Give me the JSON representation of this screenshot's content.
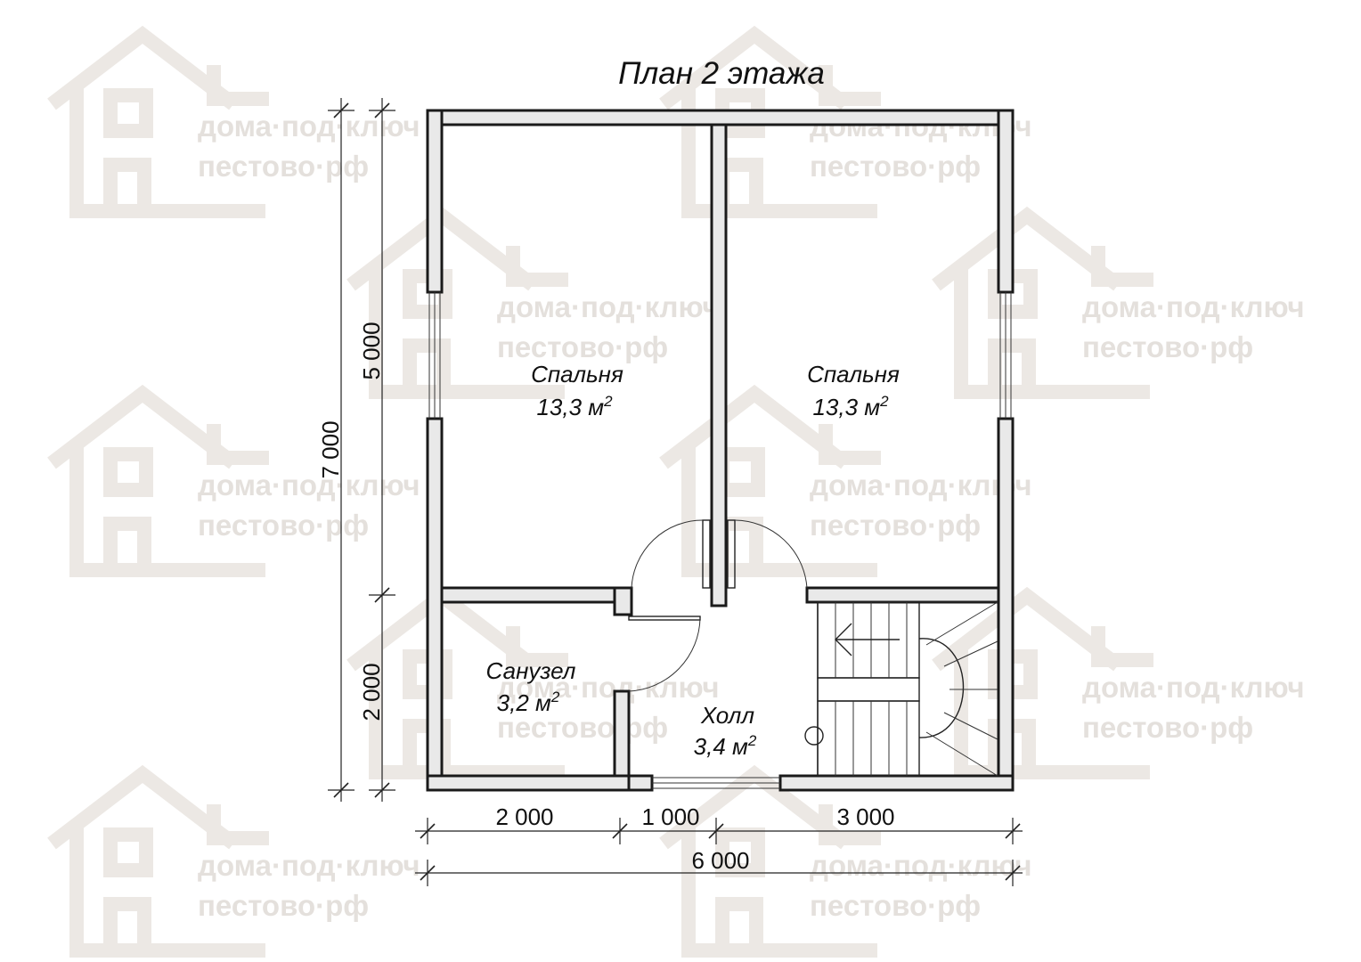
{
  "title": "План 2 этажа",
  "rooms": [
    {
      "name": "Спальня",
      "area_num": "13,3 м",
      "area_sup": "2"
    },
    {
      "name": "Спальня",
      "area_num": "13,3 м",
      "area_sup": "2"
    },
    {
      "name": "Санузел",
      "area_num": "3,2 м",
      "area_sup": "2"
    },
    {
      "name": "Холл",
      "area_num": "3,4 м",
      "area_sup": "2"
    }
  ],
  "dimensions": {
    "bottom_segments": [
      "2 000",
      "1 000",
      "3 000"
    ],
    "bottom_total": "6 000",
    "left_segments": [
      "5 000",
      "2 000"
    ],
    "left_total": "7 000"
  },
  "watermark": {
    "line1": "дома·под·ключ",
    "line2": "пестово·рф"
  },
  "colors": {
    "wall_fill": "#e9e9e9",
    "line": "#1a1a1a",
    "watermark": "#e4e0dc"
  }
}
